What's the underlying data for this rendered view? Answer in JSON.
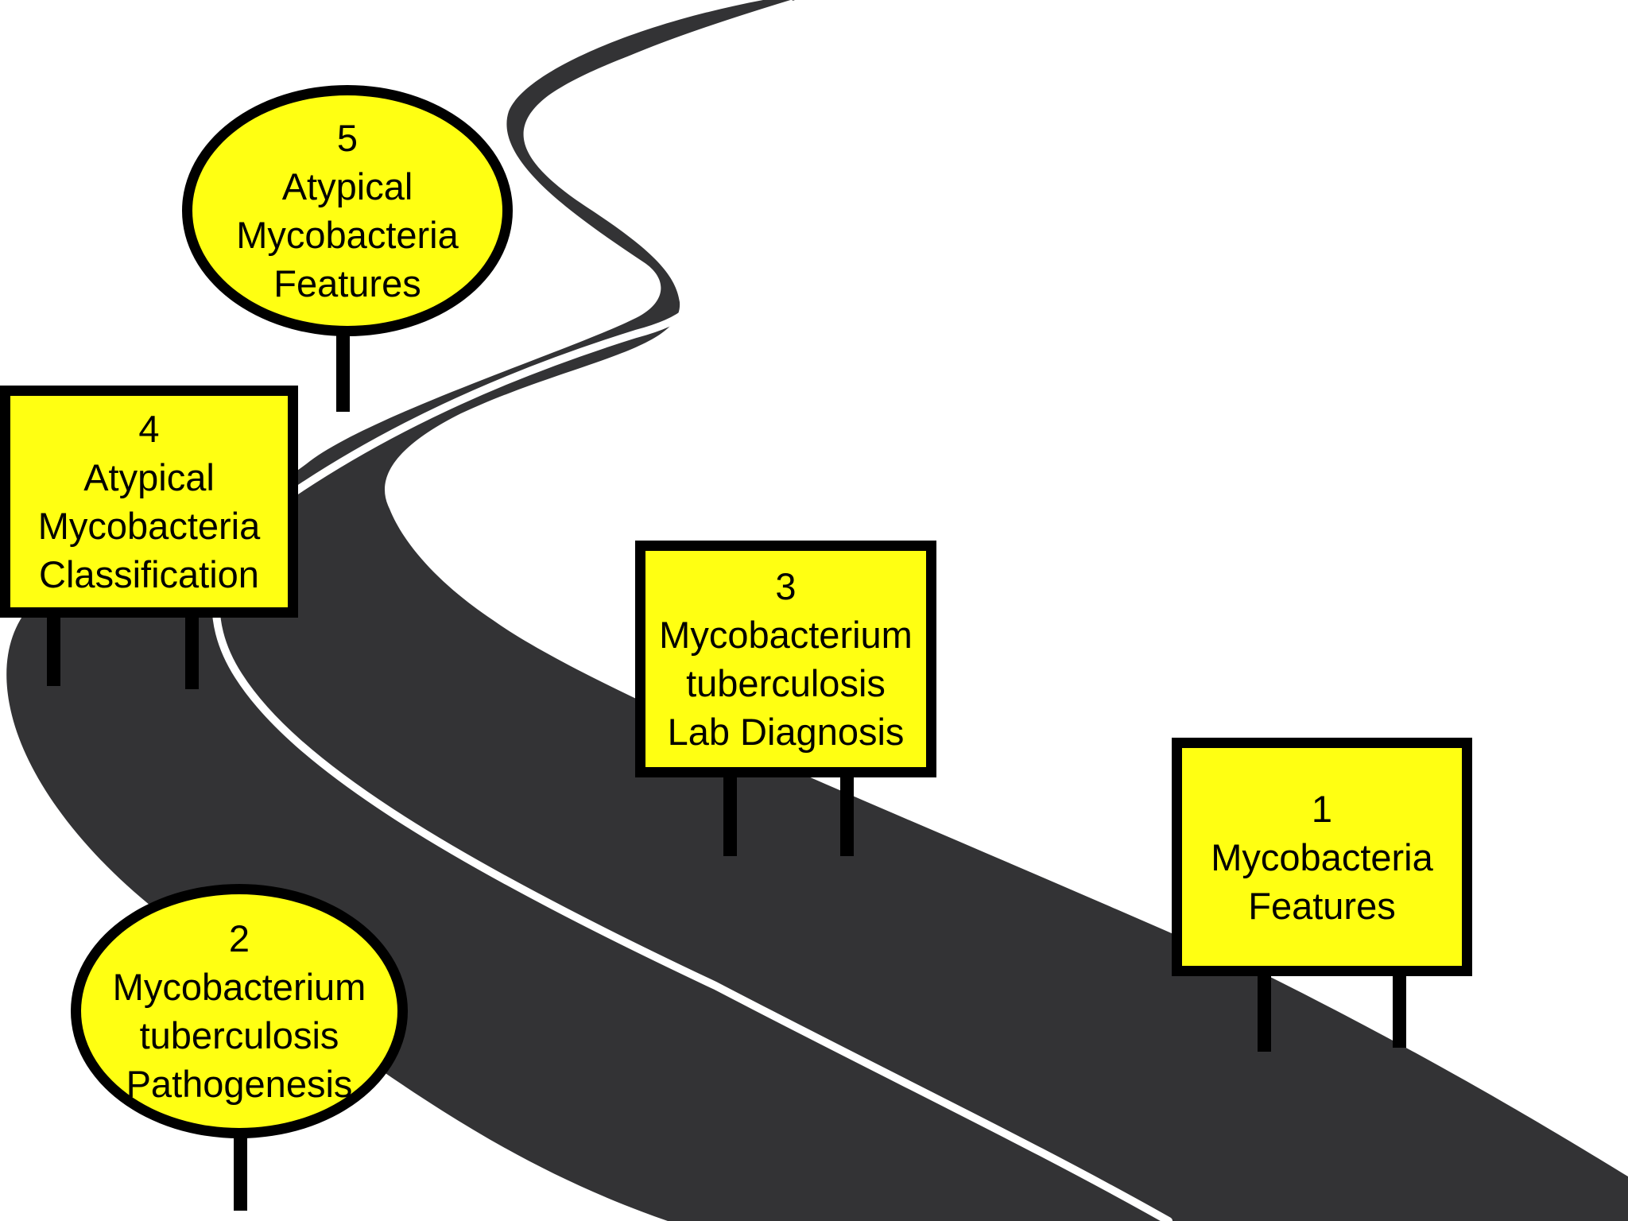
{
  "colors": {
    "road": "#333335",
    "lane_marking": "#ffffff",
    "sign_fill": "#ffff12",
    "sign_border": "#000000"
  },
  "signs": [
    {
      "id": "sign-5",
      "shape": "oval",
      "number": "5",
      "lines": [
        "Atypical",
        "Mycobacteria",
        "Features"
      ]
    },
    {
      "id": "sign-4",
      "shape": "rectangle",
      "number": "4",
      "lines": [
        "Atypical",
        "Mycobacteria",
        "Classification"
      ]
    },
    {
      "id": "sign-3",
      "shape": "rectangle",
      "number": "3",
      "lines": [
        "Mycobacterium",
        "tuberculosis",
        "Lab Diagnosis"
      ]
    },
    {
      "id": "sign-2",
      "shape": "oval",
      "number": "2",
      "lines": [
        "Mycobacterium",
        "tuberculosis",
        "Pathogenesis"
      ]
    },
    {
      "id": "sign-1",
      "shape": "rectangle",
      "number": "1",
      "lines": [
        "Mycobacteria",
        "Features"
      ]
    }
  ]
}
